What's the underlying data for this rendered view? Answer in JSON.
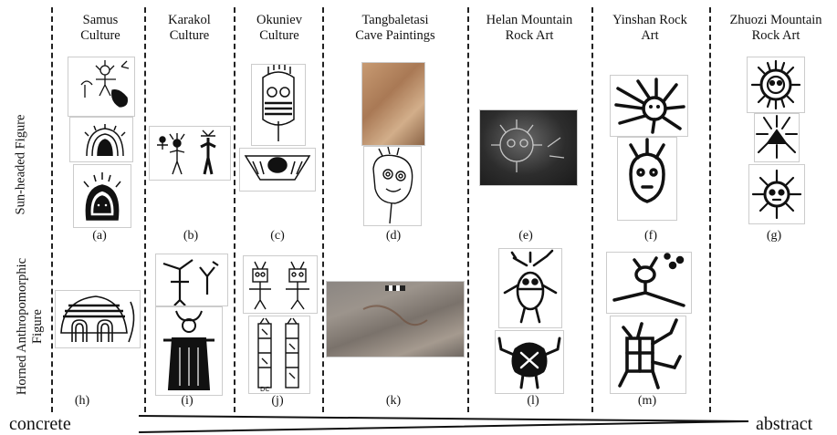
{
  "columns": [
    {
      "title_line1": "Samus",
      "title_line2": "Culture"
    },
    {
      "title_line1": "Karakol",
      "title_line2": "Culture"
    },
    {
      "title_line1": "Okuniev",
      "title_line2": "Culture"
    },
    {
      "title_line1": "Tangbaletasi",
      "title_line2": "Cave Paintings"
    },
    {
      "title_line1": "Helan Mountain",
      "title_line2": "Rock Art"
    },
    {
      "title_line1": "Yinshan Rock",
      "title_line2": "Art"
    },
    {
      "title_line1": "Zhuozi Mountain",
      "title_line2": "Rock Art"
    }
  ],
  "rows": [
    {
      "label": "Sun-headed Figure"
    },
    {
      "label_line1": "Horned Anthropomorphic",
      "label_line2": "Figure"
    }
  ],
  "captions": {
    "a": "(a)",
    "b": "(b)",
    "c": "(c)",
    "d": "(d)",
    "e": "(e)",
    "f": "(f)",
    "g": "(g)",
    "h": "(h)",
    "i": "(i)",
    "j": "(j)",
    "k": "(k)",
    "l": "(l)",
    "m": "(m)"
  },
  "scale": {
    "left": "concrete",
    "right": "abstract"
  }
}
